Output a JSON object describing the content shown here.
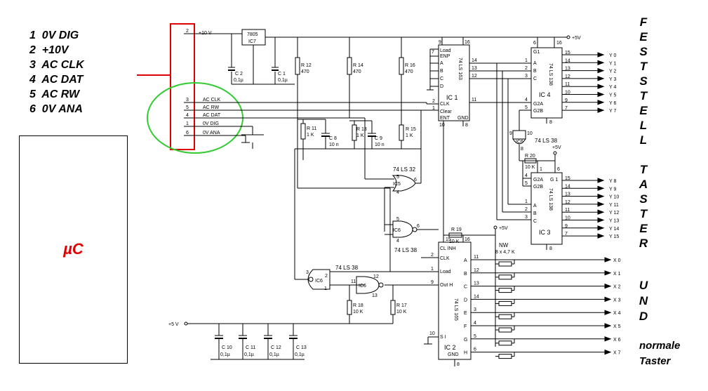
{
  "pin_list": [
    "1  0V DIG",
    "2  +10V",
    "3  AC CLK",
    "4  AC DAT",
    "5  AC RW",
    "6  0V ANA"
  ],
  "mcu_label": "µC",
  "right_words": {
    "feststell": [
      "F",
      "E",
      "S",
      "T",
      "S",
      "T",
      "E",
      "L",
      "L"
    ],
    "taster": [
      "T",
      "A",
      "S",
      "T",
      "E",
      "R"
    ],
    "und": [
      "U",
      "N",
      "D"
    ],
    "normale": "normale",
    "taster_word": "Taster"
  },
  "colors": {
    "highlight_box": "#e00000",
    "highlight_ellipse": "#33cc33",
    "mcu_text": "#e00000"
  },
  "connector": {
    "pins": [
      {
        "num": "2",
        "name": "+10 V"
      },
      {
        "num": "3",
        "name": "AC CLK"
      },
      {
        "num": "5",
        "name": "AC RW"
      },
      {
        "num": "4",
        "name": "AC DAT"
      },
      {
        "num": "1",
        "name": "0V DIG"
      },
      {
        "num": "6",
        "name": "0V ANA"
      }
    ]
  },
  "supply": {
    "plus5_top": "+5V",
    "plus5_left": "+5 V",
    "plus5_ic3": "+5V",
    "plus5_ic2": "+5V"
  },
  "regulator": {
    "part": "7805",
    "ref": "IC7"
  },
  "components": {
    "c2": [
      "C 2",
      "0,1µ"
    ],
    "c1": [
      "C 1",
      "0,1µ"
    ],
    "r12": [
      "R 12",
      "470"
    ],
    "r14": [
      "R 14",
      "470"
    ],
    "r16": [
      "R 16",
      "470"
    ],
    "r11": [
      "R 11",
      "1 K"
    ],
    "c8": [
      "C 8",
      "10 n"
    ],
    "r13": [
      "R 13",
      "1 K"
    ],
    "c9": [
      "C 9",
      "10 n"
    ],
    "r15": [
      "R 15",
      "1 K"
    ],
    "r18": [
      "R 18",
      "10 K"
    ],
    "r17": [
      "R 17",
      "10 K"
    ],
    "r19": [
      "R 19",
      "10 K"
    ],
    "r20": [
      "R 20",
      "10 K"
    ],
    "nw": [
      "NW",
      "8 x 4,7 K"
    ],
    "c10": [
      "C 10",
      "0,1µ"
    ],
    "c11": [
      "C 11",
      "0,1µ"
    ],
    "c12": [
      "C 12",
      "0,1µ"
    ],
    "c13": [
      "C 13",
      "0,1µ"
    ]
  },
  "ic1": {
    "part": "74 LS 163",
    "ref": "IC 1",
    "inputs": [
      "Load",
      "ENP",
      "A",
      "B",
      "C",
      "D"
    ],
    "clk": "CLK",
    "clear": "Clear",
    "ent": "ENT",
    "gnd": "GND",
    "pins": [
      "9",
      "16",
      "7",
      "14",
      "13",
      "12",
      "11",
      "2",
      "1",
      "10",
      "8"
    ]
  },
  "ic4": {
    "part": "74 LS 138",
    "ref": "IC 4",
    "inputs": [
      "G1",
      "A",
      "B",
      "C",
      "G2A",
      "G2B"
    ],
    "pins": [
      "6",
      "16",
      "1",
      "2",
      "3",
      "4",
      "5",
      "8"
    ],
    "out_pins": [
      "15",
      "14",
      "13",
      "12",
      "11",
      "10",
      "9",
      "7"
    ],
    "outputs": [
      "Y 0",
      "Y 1",
      "Y 2",
      "Y 3",
      "Y 4",
      "Y 5",
      "Y 6",
      "Y 7"
    ]
  },
  "ic3": {
    "part": "74 LS 138",
    "ref": "IC 3",
    "inputs": [
      "G2A",
      "G2B",
      "G 1",
      "A",
      "B",
      "C"
    ],
    "pins": [
      "1",
      "6",
      "4",
      "5",
      "1",
      "2",
      "3",
      "8"
    ],
    "out_pins": [
      "15",
      "14",
      "13",
      "12",
      "11",
      "10",
      "9",
      "7"
    ],
    "outputs": [
      "Y 8",
      "Y 9",
      "Y 10",
      "Y 11",
      "Y 12",
      "Y 13",
      "Y 14",
      "Y 15"
    ]
  },
  "ic2": {
    "part": "74 LS 165",
    "ref": "IC 2",
    "inputs": [
      "CL INH",
      "CLK",
      "Load",
      "Out H",
      "S I",
      "GND"
    ],
    "pins": [
      "15",
      "16",
      "2",
      "1",
      "9",
      "10",
      "8"
    ],
    "in_letters": [
      "A",
      "B",
      "C",
      "D",
      "E",
      "F",
      "G",
      "H"
    ],
    "in_pins": [
      "11",
      "12",
      "13",
      "14",
      "3",
      "4",
      "5",
      "6"
    ],
    "outputs": [
      "X 0",
      "X 1",
      "X 2",
      "X 3",
      "X 4",
      "X 5",
      "X 6",
      "X 7"
    ]
  },
  "gates": {
    "ic5_part": "74 LS 32",
    "ic5": "IC5",
    "ic5_pins": [
      "5",
      "4",
      "6"
    ],
    "ic6a": "IC6",
    "ic6a_pins": [
      "5",
      "4",
      "6"
    ],
    "ic6a_part": "74 LS 38",
    "ic6b": "IC6",
    "ic6b_pins": [
      "3",
      "2",
      "1"
    ],
    "ic6b_part": "74 LS 38",
    "ic6c": "IC6",
    "ic6c_pins": [
      "11",
      "12",
      "13"
    ],
    "ic6d": "IC6",
    "ic6d_pins": [
      "9",
      "10",
      "8"
    ],
    "ic6d_part": "74 LS 38"
  }
}
